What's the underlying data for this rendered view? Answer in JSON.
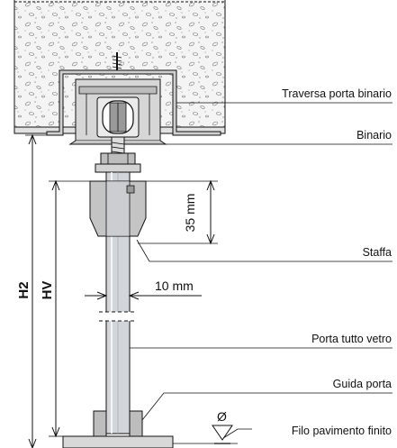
{
  "labels": {
    "traversa": "Traversa porta binario",
    "binario": "Binario",
    "staffa": "Staffa",
    "porta_vetro": "Porta tutto vetro",
    "guida": "Guida porta",
    "pavimento": "Filo pavimento finito"
  },
  "dimensions": {
    "h2": "H2",
    "hv": "HV",
    "d35": "35 mm",
    "d10": "10 mm",
    "diam": "Ø"
  },
  "colors": {
    "concrete": "#f4f4f4",
    "track": "#d6d6d6",
    "glass": "#d2d6da",
    "steel": "#c4c4c4",
    "ink": "#111111"
  }
}
